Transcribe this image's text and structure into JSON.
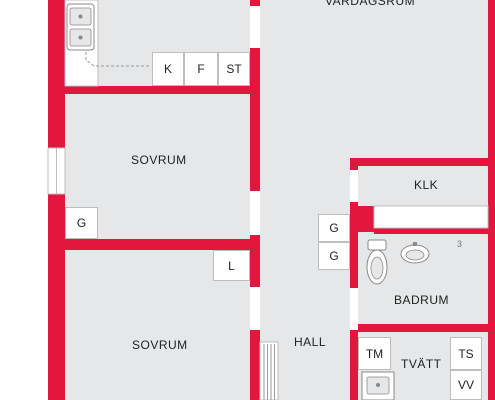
{
  "colors": {
    "wall": "#e3173e",
    "floor": "#e6e7e8",
    "fixture": "#ffffff",
    "text": "#222222"
  },
  "rooms": {
    "living": "VARDAGSRUM",
    "bedroom_upper": "SOVRUM",
    "bedroom_lower": "SOVRUM",
    "closet": "KLK",
    "bathroom": "BADRUM",
    "hall": "HALL",
    "laundry": "TVÄTT"
  },
  "fixtures": {
    "kitchen_k": "K",
    "kitchen_f": "F",
    "kitchen_st": "ST",
    "wardrobe_bedroom": "G",
    "wardrobe_hall_1": "G",
    "wardrobe_hall_2": "G",
    "linen": "L",
    "laundry_tm": "TM",
    "laundry_ts": "TS",
    "laundry_vv": "VV"
  },
  "misc": {
    "pipe_mark": "3"
  }
}
